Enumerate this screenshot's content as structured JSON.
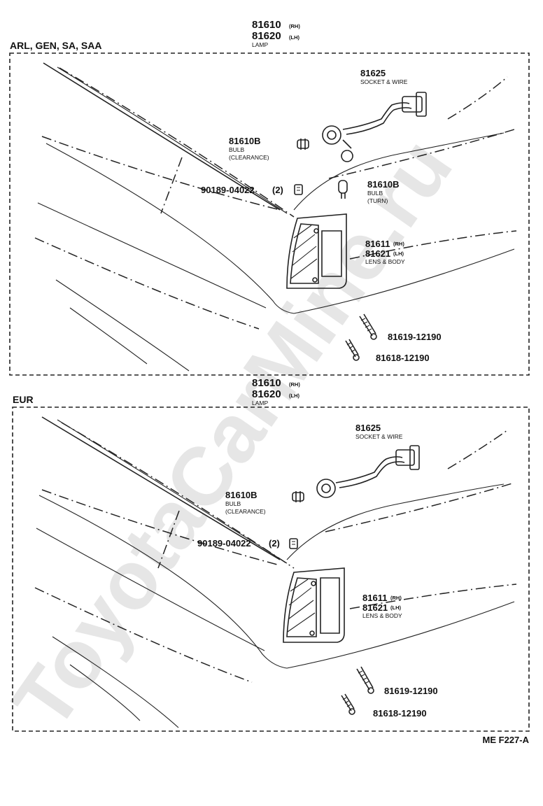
{
  "sections": [
    {
      "variant_label": "ARL, GEN, SA, SAA",
      "lamp": {
        "rh": "81610",
        "rh_suffix": "(RH)",
        "lh": "81620",
        "lh_suffix": "(LH)",
        "name": "LAMP"
      },
      "socket": {
        "number": "81625",
        "name": "SOCKET & WIRE"
      },
      "bulb_clearance": {
        "number": "81610B",
        "line1": "BULB",
        "line2": "(CLEARANCE)"
      },
      "bulb_turn": {
        "number": "81610B",
        "line1": "BULB",
        "line2": "(TURN)"
      },
      "nut": {
        "number": "90189-04022",
        "qty": "(2)"
      },
      "lens": {
        "rh": "81611",
        "rh_suffix": "(RH)",
        "lh": "81621",
        "lh_suffix": "(LH)",
        "name": "LENS & BODY"
      },
      "screw_a": "81619-12190",
      "screw_b": "81618-12190"
    },
    {
      "variant_label": "EUR",
      "lamp": {
        "rh": "81610",
        "rh_suffix": "(RH)",
        "lh": "81620",
        "lh_suffix": "(LH)",
        "name": "LAMP"
      },
      "socket": {
        "number": "81625",
        "name": "SOCKET & WIRE"
      },
      "bulb_clearance": {
        "number": "81610B",
        "line1": "BULB",
        "line2": "(CLEARANCE)"
      },
      "nut": {
        "number": "90189-04022",
        "qty": "(2)"
      },
      "lens": {
        "rh": "81611",
        "rh_suffix": "(RH)",
        "lh": "81621",
        "lh_suffix": "(LH)",
        "name": "LENS & BODY"
      },
      "screw_a": "81619-12190",
      "screw_b": "81618-12190"
    }
  ],
  "figure_code": "ME F227-A",
  "watermark": "ToyotaCarMine.ru"
}
